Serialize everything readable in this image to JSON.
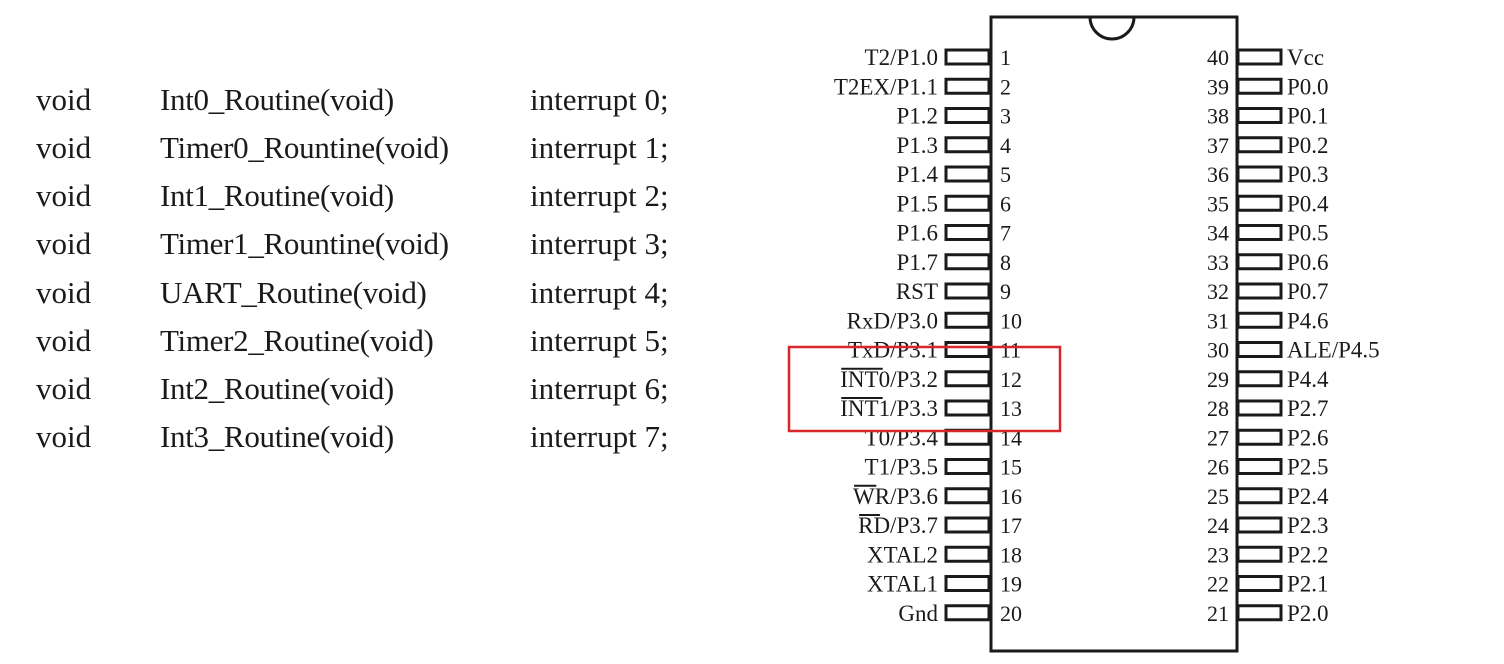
{
  "code": [
    {
      "type": "void",
      "func": "Int0_Routine(void)",
      "interrupt": "interrupt 0;"
    },
    {
      "type": "void",
      "func": "Timer0_Rountine(void)",
      "interrupt": "interrupt 1;"
    },
    {
      "type": "void",
      "func": "Int1_Routine(void)",
      "interrupt": "interrupt 2;"
    },
    {
      "type": "void",
      "func": "Timer1_Rountine(void)",
      "interrupt": "interrupt 3;"
    },
    {
      "type": "void",
      "func": "UART_Routine(void)",
      "interrupt": "interrupt 4;"
    },
    {
      "type": "void",
      "func": "Timer2_Routine(void)",
      "interrupt": "interrupt 5;"
    },
    {
      "type": "void",
      "func": "Int2_Routine(void)",
      "interrupt": "interrupt 6;"
    },
    {
      "type": "void",
      "func": "Int3_Routine(void)",
      "interrupt": "interrupt 7;"
    }
  ],
  "chip": {
    "left_pins": [
      {
        "num": "1",
        "label": "T2/P1.0"
      },
      {
        "num": "2",
        "label": "T2EX/P1.1"
      },
      {
        "num": "3",
        "label": "P1.2"
      },
      {
        "num": "4",
        "label": "P1.3"
      },
      {
        "num": "5",
        "label": "P1.4"
      },
      {
        "num": "6",
        "label": "P1.5"
      },
      {
        "num": "7",
        "label": "P1.6"
      },
      {
        "num": "8",
        "label": "P1.7"
      },
      {
        "num": "9",
        "label": "RST"
      },
      {
        "num": "10",
        "label": "RxD/P3.0"
      },
      {
        "num": "11",
        "label": "TxD/P3.1"
      },
      {
        "num": "12",
        "label": "INT0/P3.2",
        "overbar": "INT0"
      },
      {
        "num": "13",
        "label": "INT1/P3.3",
        "overbar": "INT1"
      },
      {
        "num": "14",
        "label": "T0/P3.4"
      },
      {
        "num": "15",
        "label": "T1/P3.5"
      },
      {
        "num": "16",
        "label": "WR/P3.6",
        "overbar": "WR"
      },
      {
        "num": "17",
        "label": "RD/P3.7",
        "overbar": "RD"
      },
      {
        "num": "18",
        "label": "XTAL2"
      },
      {
        "num": "19",
        "label": "XTAL1"
      },
      {
        "num": "20",
        "label": "Gnd"
      }
    ],
    "right_pins": [
      {
        "num": "40",
        "label": "Vcc"
      },
      {
        "num": "39",
        "label": "P0.0"
      },
      {
        "num": "38",
        "label": "P0.1"
      },
      {
        "num": "37",
        "label": "P0.2"
      },
      {
        "num": "36",
        "label": "P0.3"
      },
      {
        "num": "35",
        "label": "P0.4"
      },
      {
        "num": "34",
        "label": "P0.5"
      },
      {
        "num": "33",
        "label": "P0.6"
      },
      {
        "num": "32",
        "label": "P0.7"
      },
      {
        "num": "31",
        "label": "P4.6"
      },
      {
        "num": "30",
        "label": "ALE/P4.5"
      },
      {
        "num": "29",
        "label": "P4.4"
      },
      {
        "num": "28",
        "label": "P2.7"
      },
      {
        "num": "27",
        "label": "P2.6"
      },
      {
        "num": "26",
        "label": "P2.5"
      },
      {
        "num": "25",
        "label": "P2.4"
      },
      {
        "num": "24",
        "label": "P2.3"
      },
      {
        "num": "23",
        "label": "P2.2"
      },
      {
        "num": "22",
        "label": "P2.1"
      },
      {
        "num": "21",
        "label": "P2.0"
      }
    ],
    "highlight_pins": [
      "12",
      "13"
    ],
    "colors": {
      "outline": "#1a1a1a",
      "highlight": "#d9262b"
    }
  }
}
